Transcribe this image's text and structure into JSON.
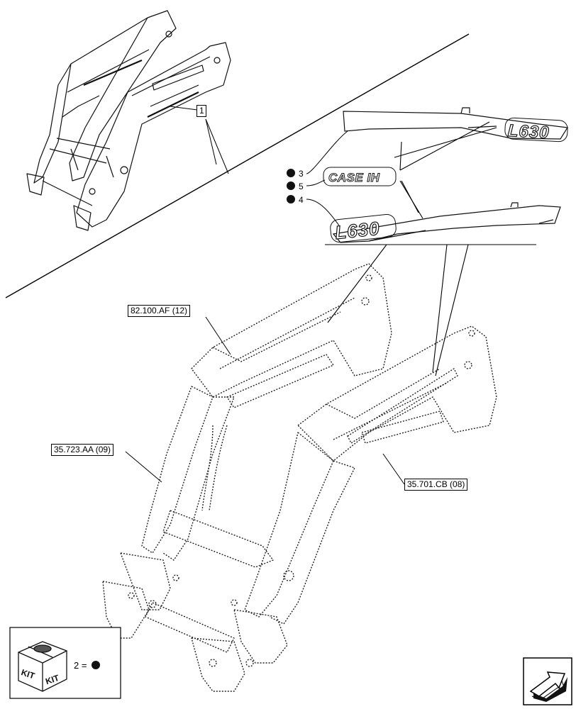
{
  "callout_index": "1",
  "decal_items": [
    {
      "number": "3"
    },
    {
      "number": "5"
    },
    {
      "number": "4"
    }
  ],
  "decal_texts": {
    "model_name": "L630",
    "brand_name": "CASE IH"
  },
  "references": {
    "ref_82100": "82.100.AF (12)",
    "ref_35723": "35.723.AA (09)",
    "ref_35701": "35.701.CB (08)"
  },
  "kit_legend": {
    "kit_label_a": "KIT",
    "kit_label_b": "KIT",
    "equation": "2 ="
  },
  "icons": {
    "bullet": "filled-circle-icon",
    "kit": "kit-box-icon",
    "navigation": "next-page-arrow-icon"
  },
  "colors": {
    "line": "#000000",
    "background": "#ffffff"
  }
}
